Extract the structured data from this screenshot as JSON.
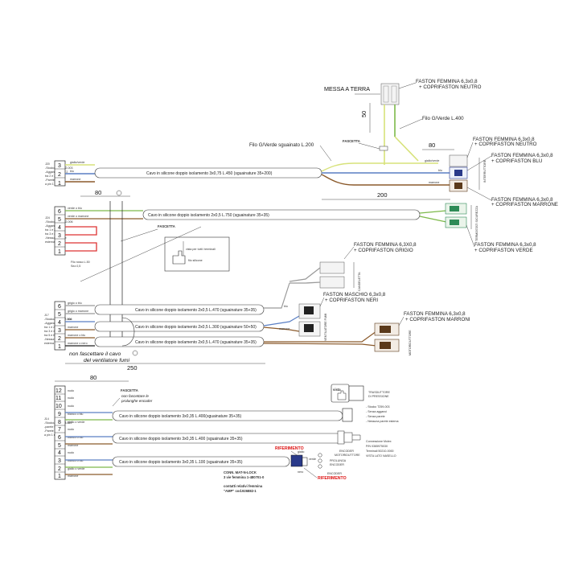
{
  "top": {
    "messa_a_terra": "MESSA A TERRA",
    "faston_neutro": [
      "FASTON FEMMINA 6,3x0,8",
      "+ COPRIFASTON NEUTRO"
    ],
    "dim_50": "50",
    "filo_gverde_400": "Filo G/Verde L.400",
    "fascetta": "FASCETTA",
    "filo_gverde_200": "Filo G/Verde sguainato L.200",
    "dim_80": "80",
    "dim_200": "200",
    "faston_neutro_2": [
      "FASTON FEMMINA 6,3x0,8",
      "+ COPRIFASTON NEUTRO"
    ],
    "faston_blu": [
      "FASTON FEMMINA 6,3x0,8",
      "+ COPRIFASTON BLU"
    ],
    "faston_marrone": [
      "FASTON FEMMINA 6,3x0,8",
      "+ COPRIFASTON MARRONE"
    ],
    "interruttore": "INTERRUTTORE"
  },
  "j20": {
    "title": [
      "J20",
      "-Stocko/MF 7352-003",
      "-Agganci tra 1 e 2",
      " tra 2 e 3",
      "-Parete esterna",
      " a pin 1"
    ],
    "pins": [
      "3",
      "2",
      "1"
    ],
    "wires": [
      "giallo/verde",
      "blu",
      "marrone"
    ],
    "cable": "Cavo in silicone doppio isolamento 3x0,75 L.450 (sguainature 35+200)",
    "out_wires": [
      "giallo/verde",
      "blu",
      "marrone"
    ]
  },
  "j24": {
    "dim_80": "80",
    "title": [
      "J24",
      "-Stocko/MF 7352-006",
      "-Agganci",
      " tra 1 e 2",
      " tra 3 e 4",
      "-Nessuna parete",
      " esterna"
    ],
    "pins": [
      "6",
      "5",
      "4",
      "3",
      "2",
      "1"
    ],
    "wires": [
      "verde o blu",
      "verde o marrone"
    ],
    "cable": "Cavo in silicone doppio isolamento 2x0,5 L.750 (sguainature 35+35)",
    "fascetta": "FASCETTA",
    "filo_rosso": [
      "Filo rosso L.50",
      "Sez.0,5"
    ],
    "termostati": "TERMOSTATI SICUREZZA",
    "vista": "vista per tutti i terminali",
    "blu_silicone": "filo silicone"
  },
  "faston_grigio": [
    "FASTON FEMMINA 6,3X0,8",
    "+ COPRIFASTON GRIGIO"
  ],
  "faston_verde": [
    "FASTON FEMMINA 6,3x0,8",
    "+ COPRIFASTON VERDE"
  ],
  "candeletta": "CANDELETTA",
  "j17": {
    "title": [
      "J17",
      "-Stocko/MF 7352-006",
      "-Agganci",
      " tra 1 e 2",
      " tra 3 e 4",
      " tra 5 e 6",
      "-Nessuna parete",
      " esterna"
    ],
    "pins": [
      "6",
      "5",
      "4",
      "3",
      "2",
      "1"
    ],
    "wires": [
      "grigio o blu",
      "grigio o marrone",
      "blu",
      "marrone",
      "marrone o blu",
      "marrone o nero"
    ],
    "cable1": "Cavo in silicone doppio isolamento 2x0,5 L.470 (sguainature 35+35)",
    "cable2": "Cavo in silicone doppio isolamento 2x0,5 L.300 (sguainature 50+50)",
    "cable3": "Cavo in silicone doppio isolamento 2x0,5 L.470 (sguainature 35+35)",
    "faston_maschio": [
      "FASTON MASCHIO 6,3x0,8",
      "+ COPRIFASTON NERI"
    ],
    "faston_marroni": [
      "FASTON FEMMINA 6,3x0,8",
      "+ COPRIFASTON MARRONI"
    ],
    "ventilatore": "VENTILATORE FUMI",
    "motoriduttore": "MOTORIDUTTORE",
    "blu": "blu",
    "marrone": "marrone",
    "nota": [
      "non fascettare il cavo",
      "del ventilatore fumi"
    ],
    "dim_250": "250"
  },
  "j14": {
    "dim_80": "80",
    "title": [
      "J14",
      "-Stocko/MF 7238-012",
      "-parete tra 2 e 3",
      "-Parete esterna",
      " a pin 1 e 12"
    ],
    "pins": [
      "12",
      "11",
      "10",
      "9",
      "8",
      "7",
      "6",
      "5",
      "4",
      "3",
      "2",
      "1"
    ],
    "wires": [
      "nudo",
      "nudo",
      "nudo",
      "bianco o blu",
      "giallo o verde",
      "nudo",
      "bianco o blu",
      "marrone",
      "nudo",
      "bianco o blu",
      "giallo o verde",
      "marrone"
    ],
    "fascetta": "FASCETTA",
    "fascetta_note": [
      "non fascettare le",
      "prolunghe encoder"
    ],
    "cable1": "Cavo in silicone doppio isolamento 3x0,35 L.400(sguainature 35+35)",
    "cable2": "Cavo in silicone doppio isolamento 3x0,35 L.400 (sguainature 35+35)",
    "cable3": "Cavo in silicone doppio isolamento 3x0,35 L.100 (sguainature 35+35)",
    "trasduttore": [
      "TRASDUTTORE",
      "DI PRESSIONE"
    ],
    "vista": "vista",
    "stocko": [
      "- Stocko T259-003",
      "- Senza agganci",
      "- Senza parete",
      "- Nessuna parete esterna"
    ],
    "molex": [
      "Connessione Molex",
      "P/N 0365975030",
      "Terminali 50210-0000",
      "VISTA LATO NASELLO"
    ],
    "encoder_mot": [
      "ENCODER",
      "MOTORIDUTTORE"
    ],
    "riferimento1": "RIFERIMENTO",
    "riferimento2": "RIFERIMENTO",
    "conn_mat": [
      "CONN. MAT-N-LOCK",
      "3 vie femmina 1-480701-0"
    ],
    "contatti": [
      "contatti relativi femmina",
      "\"AMP\" cod.926882-1"
    ],
    "prolunga": [
      "PROLUNGA",
      "ENCODER"
    ],
    "encoder": "ENCODER",
    "tail_labels": [
      "giallo",
      "verde",
      "nero"
    ]
  },
  "colors": {
    "yellow_green": "#d7e27a",
    "green": "#7db94a",
    "blue": "#5a7fc4",
    "brown": "#8b5a2b",
    "grey": "#9a9a9a",
    "red": "#d33",
    "dark_blue": "#2a3a8a",
    "connector_green": "#2e8b57"
  }
}
